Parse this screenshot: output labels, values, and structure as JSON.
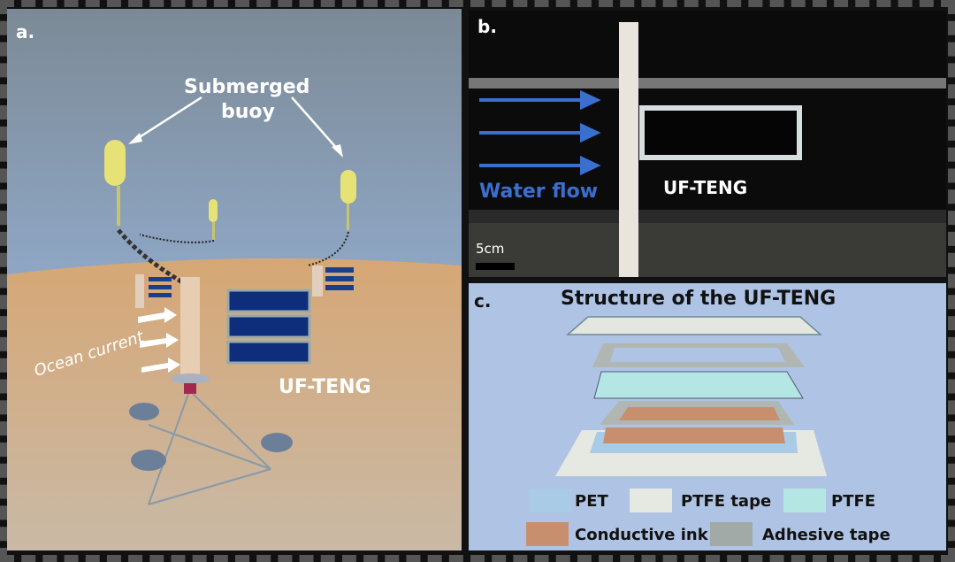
{
  "panel_a": {
    "label": "a.",
    "buoy_label_1": "Submerged",
    "buoy_label_2": "buoy",
    "current_label": "Ocean current",
    "device_label": "UF-TENG"
  },
  "panel_b": {
    "label": "b.",
    "flow_label": "Water flow",
    "device_label": "UF-TENG",
    "scale_label": "5cm"
  },
  "panel_c": {
    "label": "c.",
    "title": "Structure of the UF-TENG",
    "legend": [
      {
        "name": "PET",
        "color": "#a9cbe6"
      },
      {
        "name": "PTFE tape",
        "color": "#e6e8e2"
      },
      {
        "name": "PTFE",
        "color": "#b4e6e4"
      },
      {
        "name": "Conductive ink",
        "color": "#c88f6f"
      },
      {
        "name": "Adhesive tape",
        "color": "#a1aaa6"
      }
    ]
  }
}
